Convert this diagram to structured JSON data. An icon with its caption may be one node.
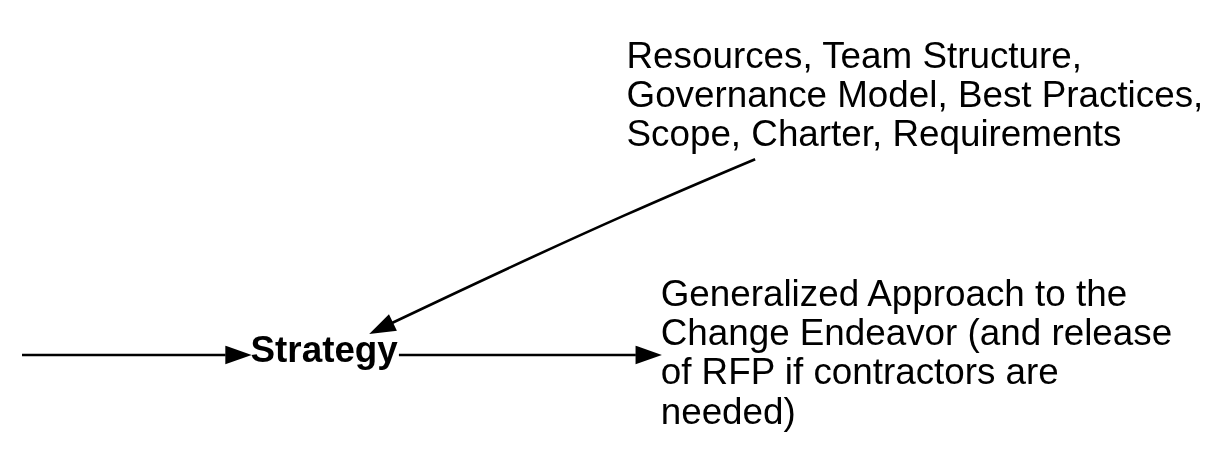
{
  "diagram": {
    "nodes": [
      {
        "text": [
          "Strategy"
        ]
      },
      {
        "text": [
          "Resources, Team Structure, Governance Model, Best Practices, Scope, Charter, Requirements"
        ]
      },
      {
        "text": [
          "Generalized Approach to the Change Endeavor (and release of RFP if contractors are needed)"
        ]
      }
    ],
    "edges": [
      {
        "from": null,
        "to": 0,
        "arrow": "to"
      },
      {
        "from": 1,
        "to": 0,
        "arrow": "to"
      },
      {
        "from": 0,
        "to": 2,
        "arrow": "to"
      }
    ]
  }
}
